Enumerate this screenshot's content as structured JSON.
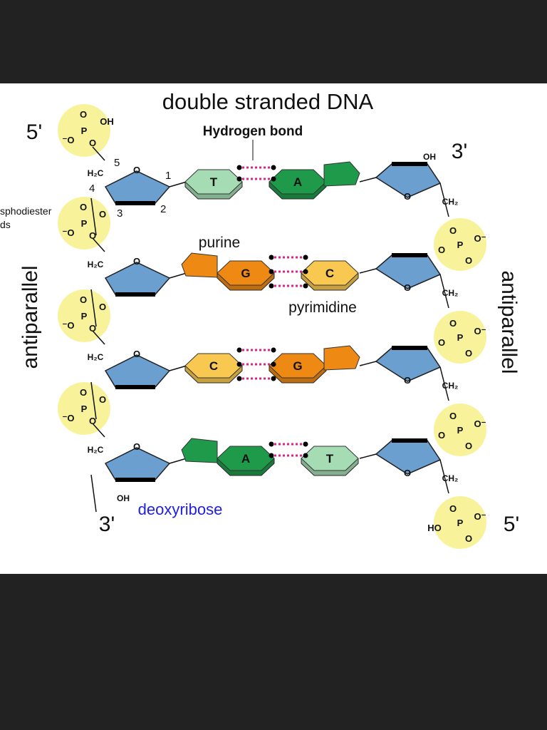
{
  "title": "double stranded DNA",
  "hydrogen_bond_label": "Hydrogen bond",
  "strand_ends": {
    "left_top": "5'",
    "right_top": "3'",
    "left_bottom": "3'",
    "right_bottom": "5'"
  },
  "antiparallel_left": "antiparallel",
  "antiparallel_right": "antiparallel",
  "purine_label": "purine",
  "pyrimidine_label": "pyrimidine",
  "deoxyribose_label": "deoxyribose",
  "phosphodiester_label": [
    "sphodiester",
    "ds"
  ],
  "carbon_numbers": [
    "1",
    "2",
    "3",
    "4",
    "5"
  ],
  "atoms": {
    "P": "P",
    "O": "O",
    "OH": "OH",
    "HO": "HO",
    "H2C": "H₂C",
    "CH2": "CH₂",
    "O_minus": "O⁻",
    "minus_O": "⁻O"
  },
  "base_pairs": [
    {
      "left": "T",
      "right": "A"
    },
    {
      "left": "G",
      "right": "C"
    },
    {
      "left": "C",
      "right": "G"
    },
    {
      "left": "A",
      "right": "T"
    }
  ],
  "colors": {
    "A": "#1e9a4a",
    "T": "#a6dcb4",
    "G": "#ee8a14",
    "C": "#f9c850",
    "sugar": "#6b9fd0",
    "phosphate": "#f8f39a",
    "hbond": "#e0208a",
    "deoxyribose": "#2020e0"
  }
}
